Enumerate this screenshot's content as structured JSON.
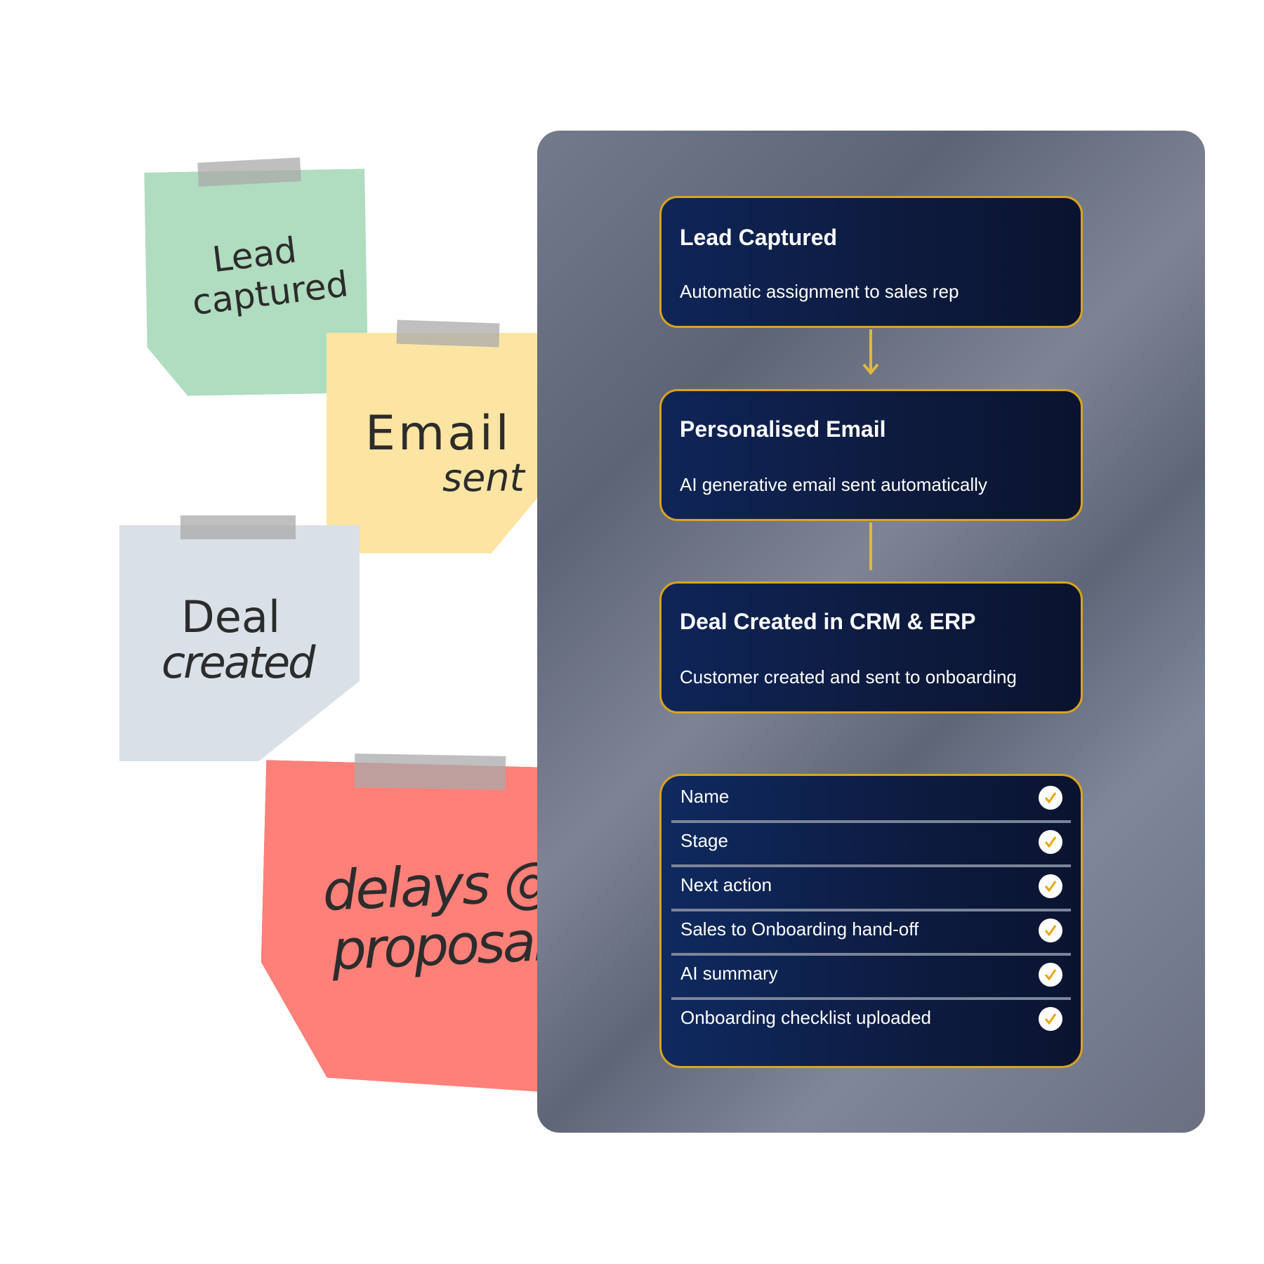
{
  "notes": [
    {
      "line1": "Lead",
      "line2": "captured",
      "color": "#b0dcbf"
    },
    {
      "line1": "Email",
      "line2": "sent",
      "color": "#fce5a3"
    },
    {
      "line1": "Deal",
      "line2": "created",
      "color": "#d9e0e8"
    },
    {
      "line1": "delays @",
      "line2": "proposal",
      "color": "#ff8078"
    }
  ],
  "flow": [
    {
      "title": "Lead Captured",
      "subtitle": "Automatic assignment to sales rep"
    },
    {
      "title": "Personalised Email",
      "subtitle": "AI generative email sent automatically"
    },
    {
      "title": "Deal Created in CRM & ERP",
      "subtitle": "Customer created and sent to onboarding"
    }
  ],
  "checklist": [
    {
      "label": "Name",
      "checked": true
    },
    {
      "label": "Stage",
      "checked": true
    },
    {
      "label": "Next action",
      "checked": true
    },
    {
      "label": "Sales to Onboarding hand-off",
      "checked": true
    },
    {
      "label": "AI summary",
      "checked": true
    },
    {
      "label": "Onboarding checklist uploaded",
      "checked": true
    }
  ],
  "colors": {
    "accent_gold": "#d9a420",
    "card_navy": "#0d1b40",
    "panel_gray": "#6a7082"
  }
}
